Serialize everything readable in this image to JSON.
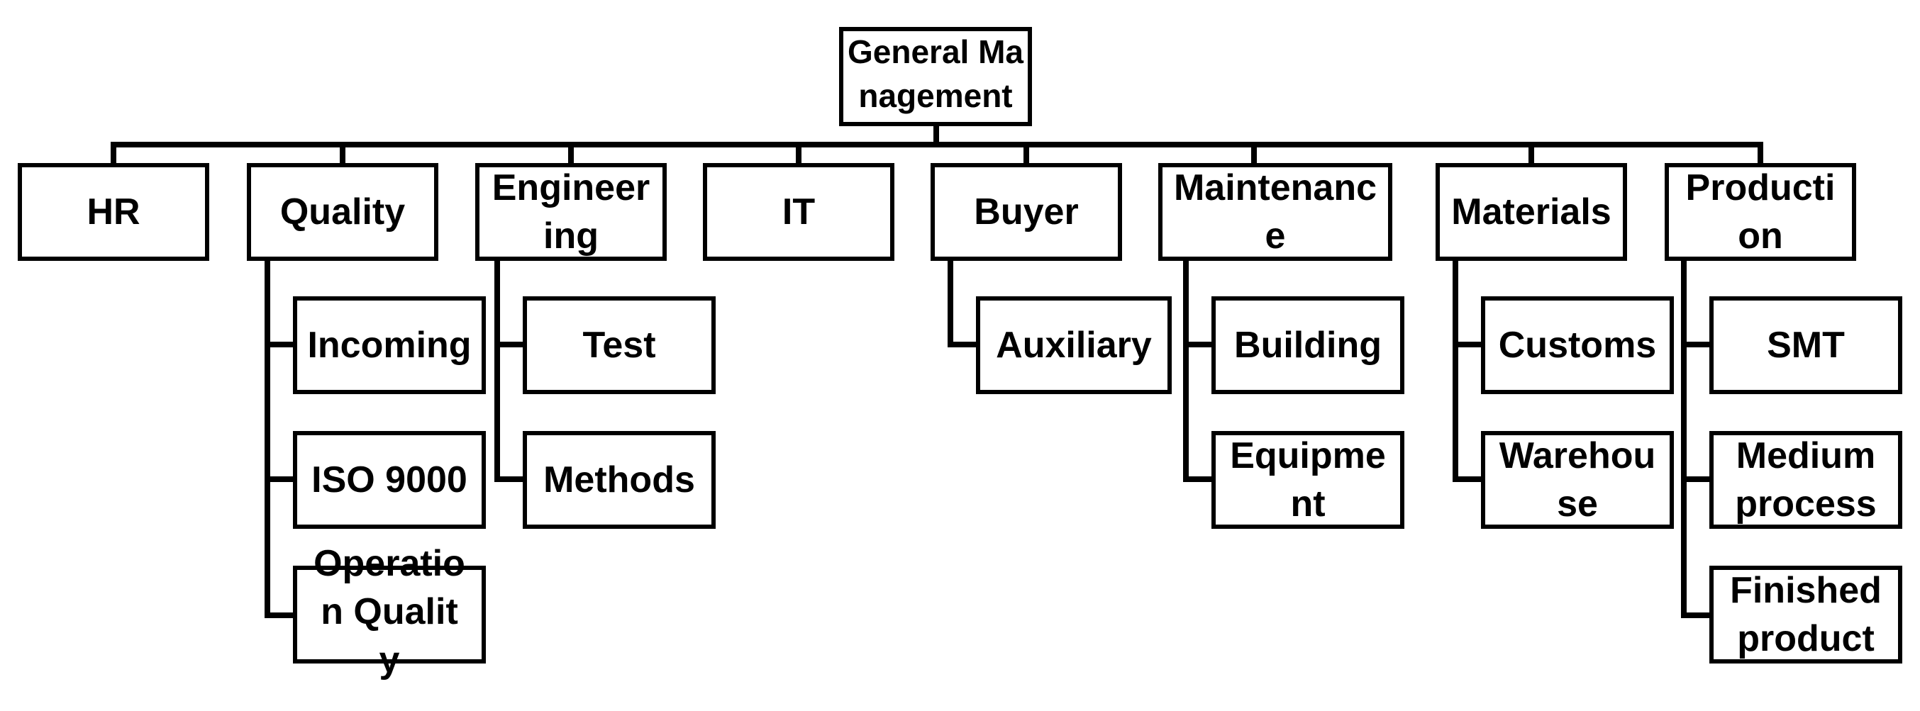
{
  "org_chart": {
    "root": {
      "label": "General Management"
    },
    "departments": [
      {
        "id": "hr",
        "label": "HR",
        "children": []
      },
      {
        "id": "quality",
        "label": "Quality",
        "children": [
          "Incoming",
          "ISO 9000",
          "Operation Quality"
        ]
      },
      {
        "id": "engineering",
        "label": "Engineering",
        "children": [
          "Test",
          "Methods"
        ]
      },
      {
        "id": "it",
        "label": "IT",
        "children": []
      },
      {
        "id": "buyer",
        "label": "Buyer",
        "children": [
          "Auxiliary"
        ]
      },
      {
        "id": "maintenance",
        "label": "Maintenance",
        "children": [
          "Building",
          "Equipment"
        ]
      },
      {
        "id": "materials",
        "label": "Materials",
        "children": [
          "Customs",
          "Warehouse"
        ]
      },
      {
        "id": "production",
        "label": "Production",
        "children": [
          "SMT",
          "Medium process",
          "Finished product"
        ]
      }
    ]
  },
  "colors": {
    "line": "#000000",
    "box_fill": "#ffffff",
    "text": "#000000"
  }
}
